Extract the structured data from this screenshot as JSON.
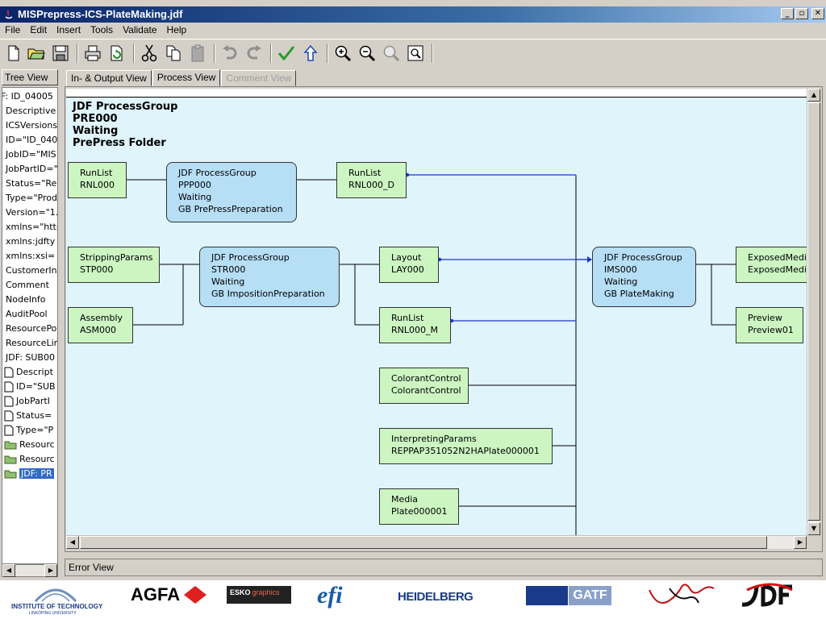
{
  "window": {
    "title": "MISPrepress-ICS-PlateMaking.jdf"
  },
  "menu": [
    "File",
    "Edit",
    "Insert",
    "Tools",
    "Validate",
    "Help"
  ],
  "toolbar": {
    "buttons": [
      "new-file-icon",
      "open-folder-icon",
      "save-icon",
      "print-icon",
      "refresh-icon",
      "cut-icon",
      "copy-icon",
      "paste-icon",
      "undo-icon",
      "redo-icon",
      "validate-check-icon",
      "up-arrow-icon",
      "zoom-in-icon",
      "zoom-out-icon",
      "zoom-icon",
      "fit-to-window-icon"
    ]
  },
  "tree": {
    "tab_label": "Tree View",
    "items": [
      "F: ID_04005",
      "Descriptive",
      "ICSVersions",
      "ID=\"ID_040",
      "JobID=\"MIS",
      "JobPartID=\"",
      "Status=\"Re",
      "Type=\"Prod",
      "Version=\"1.",
      "xmlns=\"http",
      "xmlns:jdfty",
      "xmlns:xsi=",
      "CustomerIn",
      "Comment",
      "NodeInfo",
      "AuditPool",
      "ResourcePo",
      "ResourceLin",
      "JDF: SUB00",
      "Descript",
      "ID=\"SUB",
      "JobPartI",
      "Status=",
      "Type=\"P",
      "Resourc",
      "Resourc",
      "JDF: PR"
    ]
  },
  "tabs": [
    {
      "label": "In- & Output View",
      "state": "normal"
    },
    {
      "label": "Process View",
      "state": "active"
    },
    {
      "label": "Comment View",
      "state": "disabled"
    }
  ],
  "process_group": {
    "lines": [
      "JDF ProcessGroup",
      "PRE000",
      "Waiting",
      "PrePress Folder"
    ]
  },
  "nodes": {
    "runlist_rnl000": [
      "RunList",
      "RNL000"
    ],
    "pgroup_ppp000": [
      "JDF ProcessGroup",
      "PPP000",
      "Waiting",
      "GB PrePressPreparation"
    ],
    "runlist_rnl000_d": [
      "RunList",
      "RNL000_D"
    ],
    "stripping_params": [
      "StrippingParams",
      "STP000"
    ],
    "pgroup_str000": [
      "JDF ProcessGroup",
      "STR000",
      "Waiting",
      "GB ImpositionPreparation"
    ],
    "layout": [
      "Layout",
      "LAY000"
    ],
    "pgroup_ims000": [
      "JDF ProcessGroup",
      "IMS000",
      "Waiting",
      "GB PlateMaking"
    ],
    "exposed_media": [
      "ExposedMedia",
      "ExposedMedia"
    ],
    "assembly": [
      "Assembly",
      "ASM000"
    ],
    "runlist_rnl000_m": [
      "RunList",
      "RNL000_M"
    ],
    "preview": [
      "Preview",
      "Preview01"
    ],
    "colorant_control": [
      "ColorantControl",
      "ColorantControl"
    ],
    "interpreting_params": [
      "InterpretingParams",
      "REPPAP351052N2HAPlate000001"
    ],
    "media": [
      "Media",
      "Plate000001"
    ]
  },
  "error_view": {
    "label": "Error View"
  },
  "logos": {
    "liu_line1": "INSTITUTE OF TECHNOLOGY",
    "liu_line2": "LINKÖPING UNIVERSITY",
    "agfa": "AGFA",
    "esko": "ESKO",
    "esko_sub": "graphics",
    "efi": "efi",
    "heidelberg": "HEIDELBERG",
    "gatf": "GATF"
  },
  "colors": {
    "canvas_bg": "#dff4fb",
    "resource_fill": "#ccf5c2",
    "process_fill": "#b6def5",
    "link_blue": "#1a35d0",
    "titlebar": "#0a246a"
  }
}
